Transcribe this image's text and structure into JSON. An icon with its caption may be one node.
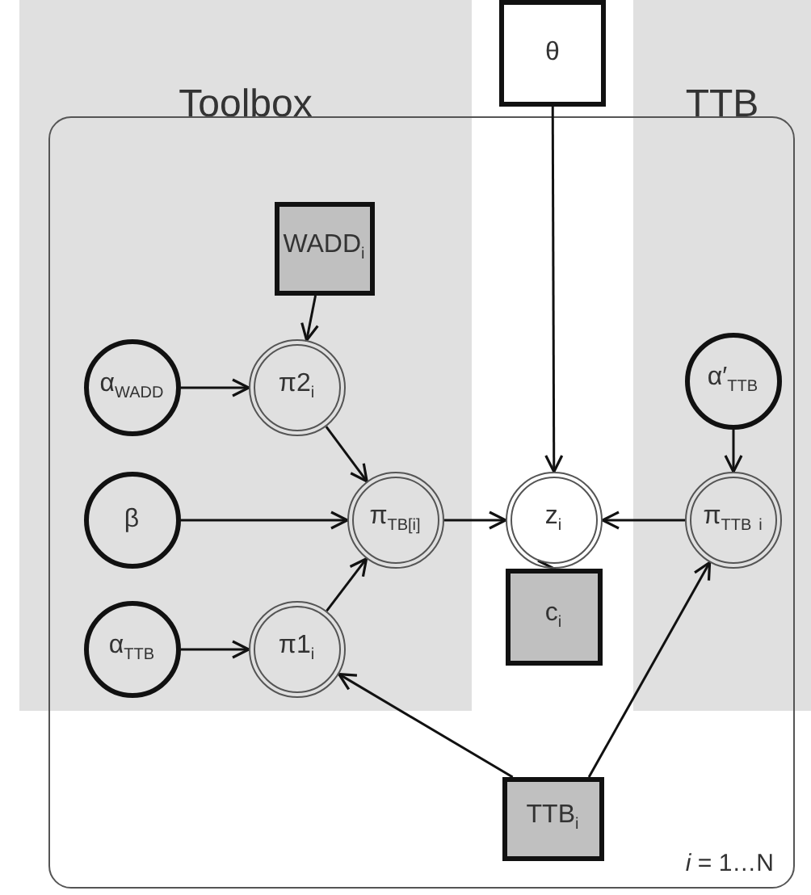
{
  "diagram": {
    "nodes": [
      {
        "text": [
          "*i* = 1…N"
        ]
      },
      {
        "text": [
          "θ"
        ]
      },
      {
        "text": [
          "WADD$_{i}$"
        ],
        "in": 0
      },
      {
        "text": [
          "α$_{WADD}$"
        ],
        "in": 0
      },
      {
        "text": [
          "π2$_{i}$"
        ],
        "in": 0
      },
      {
        "text": [
          "α′$_{TTB}$"
        ],
        "in": 0
      },
      {
        "text": [
          "β"
        ],
        "in": 0
      },
      {
        "text": [
          "π$_{TB[i]}$"
        ],
        "in": 0
      },
      {
        "text": [
          "z$_{i}$"
        ],
        "in": 0
      },
      {
        "text": [
          "π$_{TTB}$ $_{i}$"
        ],
        "in": 0
      },
      {
        "text": [
          "α$_{TTB}$"
        ],
        "in": 0
      },
      {
        "text": [
          "π1$_{i}$"
        ],
        "in": 0
      },
      {
        "text": [
          "c$_{i}$"
        ],
        "in": 0
      },
      {
        "text": [
          "TTB$_{i}$"
        ],
        "in": 0
      }
    ],
    "edges": [
      {
        "from": 2,
        "to": 4,
        "arrow": "to"
      },
      {
        "from": 3,
        "to": 4,
        "arrow": "to"
      },
      {
        "from": 4,
        "to": 7,
        "arrow": "to"
      },
      {
        "from": 6,
        "to": 7,
        "arrow": "to"
      },
      {
        "from": 11,
        "to": 7,
        "arrow": "to"
      },
      {
        "from": 10,
        "to": 11,
        "arrow": "to"
      },
      {
        "from": 7,
        "to": 8,
        "arrow": "to"
      },
      {
        "from": 1,
        "to": 8,
        "arrow": "to"
      },
      {
        "from": 9,
        "to": 8,
        "arrow": "to"
      },
      {
        "from": 5,
        "to": 9,
        "arrow": "to"
      },
      {
        "from": 8,
        "to": 12,
        "arrow": "to"
      },
      {
        "from": 13,
        "to": 11,
        "arrow": "to"
      },
      {
        "from": 13,
        "to": 9,
        "arrow": "to"
      }
    ],
    "labels": [
      "Toolbox",
      "TTB"
    ]
  }
}
